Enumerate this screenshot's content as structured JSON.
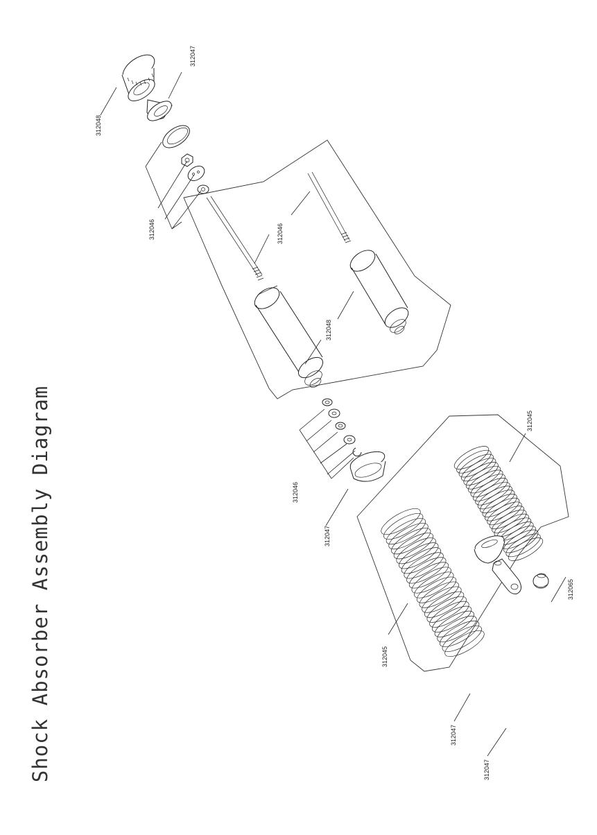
{
  "title": "Shock Absorber Assembly Diagram",
  "labels": {
    "cap_top": "312048",
    "collar_top": "312047",
    "seal_kit_top": "312046",
    "shaft_left": "312046",
    "shaft_right": "312046",
    "body_left": "312048",
    "body_right": "312048",
    "washers_mid": "312046",
    "collar_mid": "312047",
    "spring_right": "312045",
    "spring_left": "312045",
    "spring_cup": "312047",
    "rod_end": "312047",
    "ball_end": "312065"
  },
  "colors": {
    "ink": "#222222",
    "title_ink": "#333333",
    "background": "#ffffff"
  }
}
